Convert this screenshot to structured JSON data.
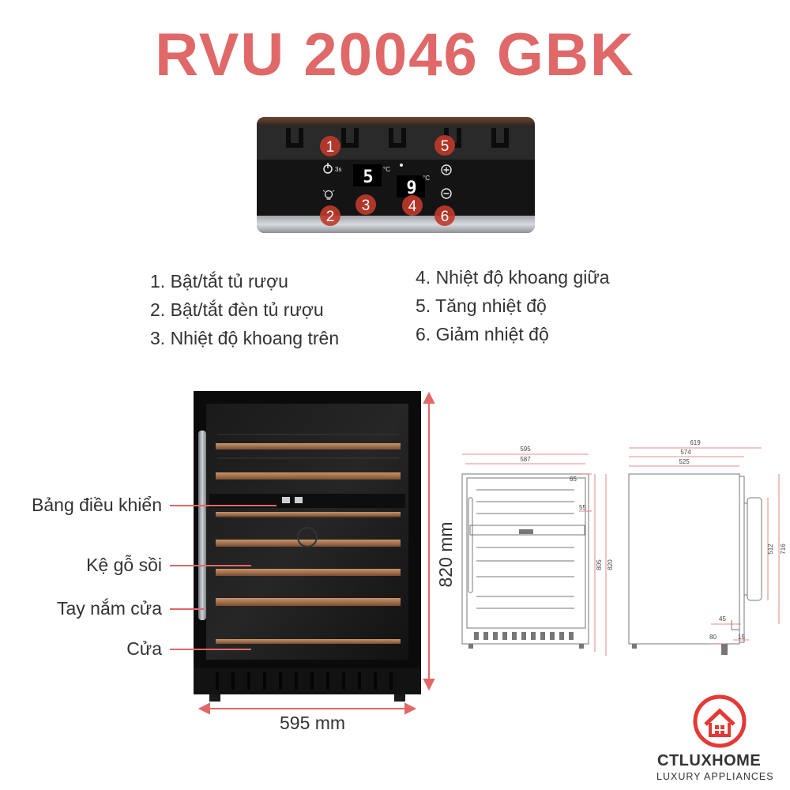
{
  "title": "RVU 20046 GBK",
  "panel": {
    "badges": [
      "1",
      "2",
      "3",
      "4",
      "5",
      "6"
    ],
    "power_label": "3s",
    "display_top": "5",
    "display_mid": "9",
    "unit": "°C"
  },
  "legend": {
    "left": [
      "1. Bật/tắt tủ rượu",
      "2. Bật/tắt đèn tủ rượu",
      "3. Nhiệt độ khoang trên"
    ],
    "right": [
      "4. Nhiệt độ khoang giữa",
      "5. Tăng nhiệt độ",
      "6. Giảm nhiệt độ"
    ]
  },
  "callouts": [
    "Bảng điều khiển",
    "Kệ gỗ sồi",
    "Tay nắm cửa",
    "Cửa"
  ],
  "dimensions": {
    "height": "820 mm",
    "width": "595 mm"
  },
  "front_drawing": {
    "top_widths": [
      "595",
      "587"
    ],
    "right_labels": [
      "65",
      "55",
      "805",
      "820"
    ]
  },
  "side_drawing": {
    "top_widths": [
      "619",
      "574",
      "525"
    ],
    "right_labels": [
      "512",
      "716"
    ],
    "bottom_labels": [
      "45",
      "80",
      "15"
    ]
  },
  "logo": {
    "brand": "CTLUXHOME",
    "subtitle": "LUXURY APPLIANCES"
  },
  "colors": {
    "accent": "#e06868",
    "badge": "#c0392b"
  }
}
